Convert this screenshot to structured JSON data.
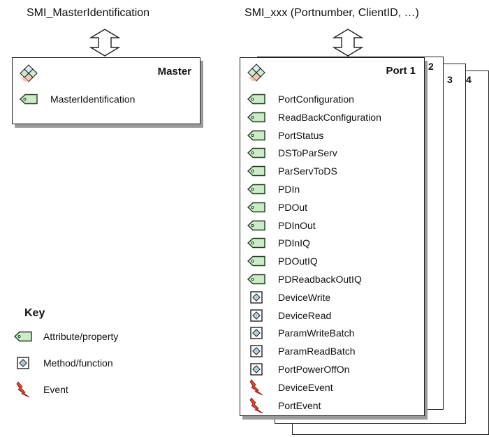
{
  "master": {
    "interface_label": "SMI_MasterIdentification",
    "title": "Master",
    "items": [
      {
        "label": "MasterIdentification",
        "kind": "attribute"
      }
    ]
  },
  "port": {
    "interface_label": "SMI_xxx (Portnumber, ClientID, …)",
    "title": "Port 1",
    "stack_numbers": [
      "2",
      "3",
      "4"
    ],
    "items": [
      {
        "label": "PortConfiguration",
        "kind": "attribute"
      },
      {
        "label": "ReadBackConfiguration",
        "kind": "attribute"
      },
      {
        "label": "PortStatus",
        "kind": "attribute"
      },
      {
        "label": "DSToParServ",
        "kind": "attribute"
      },
      {
        "label": "ParServToDS",
        "kind": "attribute"
      },
      {
        "label": "PDIn",
        "kind": "attribute"
      },
      {
        "label": "PDOut",
        "kind": "attribute"
      },
      {
        "label": "PDInOut",
        "kind": "attribute"
      },
      {
        "label": "PDInIQ",
        "kind": "attribute"
      },
      {
        "label": "PDOutIQ",
        "kind": "attribute"
      },
      {
        "label": "PDReadbackOutIQ",
        "kind": "attribute"
      },
      {
        "label": "DeviceWrite",
        "kind": "method"
      },
      {
        "label": "DeviceRead",
        "kind": "method"
      },
      {
        "label": "ParamWriteBatch",
        "kind": "method"
      },
      {
        "label": "ParamReadBatch",
        "kind": "method"
      },
      {
        "label": "PortPowerOffOn",
        "kind": "method"
      },
      {
        "label": "DeviceEvent",
        "kind": "event"
      },
      {
        "label": "PortEvent",
        "kind": "event"
      }
    ]
  },
  "key": {
    "title": "Key",
    "entries": [
      {
        "label": "Attribute/property",
        "kind": "attribute"
      },
      {
        "label": "Method/function",
        "kind": "method"
      },
      {
        "label": "Event",
        "kind": "event"
      }
    ]
  },
  "colors": {
    "attribute_fill": "#cdebc8",
    "method_fill": "#d9ecf7",
    "event_fill": "#e8412b",
    "shadow": "#9a9a9a",
    "stroke": "#222222"
  }
}
